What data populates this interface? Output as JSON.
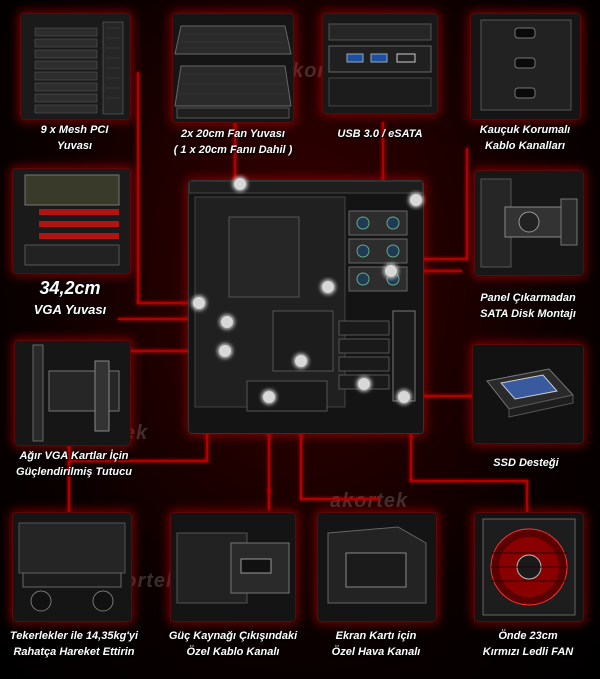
{
  "captions": {
    "pci": [
      "9 x Mesh PCI",
      "Yuvası"
    ],
    "fan20": [
      "2x 20cm Fan Yuvası",
      "( 1 x 20cm Fanıı Dahil )"
    ],
    "usb": [
      "USB 3.0 / eSATA"
    ],
    "rubber": [
      "Kauçuk Korumalı",
      "Kablo Kanalları"
    ],
    "vga_len": [
      "34,2cm",
      "VGA Yuvası"
    ],
    "panel_sata": [
      "Panel Çıkarmadan",
      "SATA Disk Montajı"
    ],
    "vga_holder": [
      "Ağır VGA Kartlar İçin",
      "Güçlendirilmiş  Tutucu"
    ],
    "ssd": [
      "SSD Desteği"
    ],
    "wheels": [
      "Tekerlekler ile 14,35kg'yi",
      "Rahatça Hareket Ettirin"
    ],
    "psu": [
      "Güç Kaynağı Çıkışındaki",
      "Özel Kablo Kanalı"
    ],
    "gpu_air": [
      "Ekran Kartı için",
      "Özel Hava Kanalı"
    ],
    "front_fan": [
      "Önde 23cm",
      "Kırmızı Ledli FAN"
    ]
  },
  "watermark": "akortek",
  "colors": {
    "accent": "#b00000",
    "glow": "#ff0000",
    "background": "#000000"
  }
}
